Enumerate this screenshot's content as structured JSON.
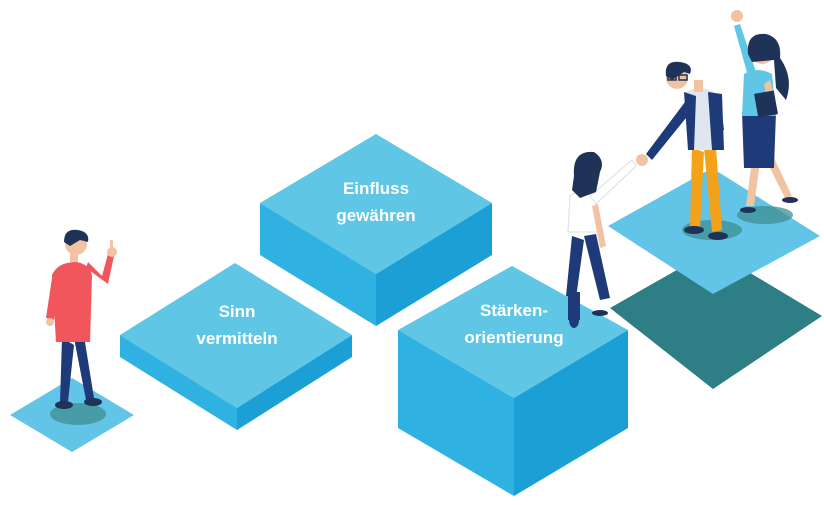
{
  "steps": [
    {
      "id": "sinn",
      "line1": "Sinn",
      "line2": "vermitteln"
    },
    {
      "id": "einfluss",
      "line1": "Einfluss",
      "line2": "gewähren"
    },
    {
      "id": "staerken",
      "line1": "Stärken-",
      "line2": "orientierung"
    }
  ],
  "colors": {
    "top": "#5fc6e6",
    "left": "#2fb2e2",
    "right": "#1c9fd4",
    "shadow": "#2e7e86",
    "tile": "#62c4e6",
    "floor_shadow": "#3f8f92",
    "navy": "#1f3a78",
    "red_shirt": "#f0565b",
    "orange": "#f5a21b",
    "skin": "#f2c3a3",
    "hair": "#1f3257"
  }
}
